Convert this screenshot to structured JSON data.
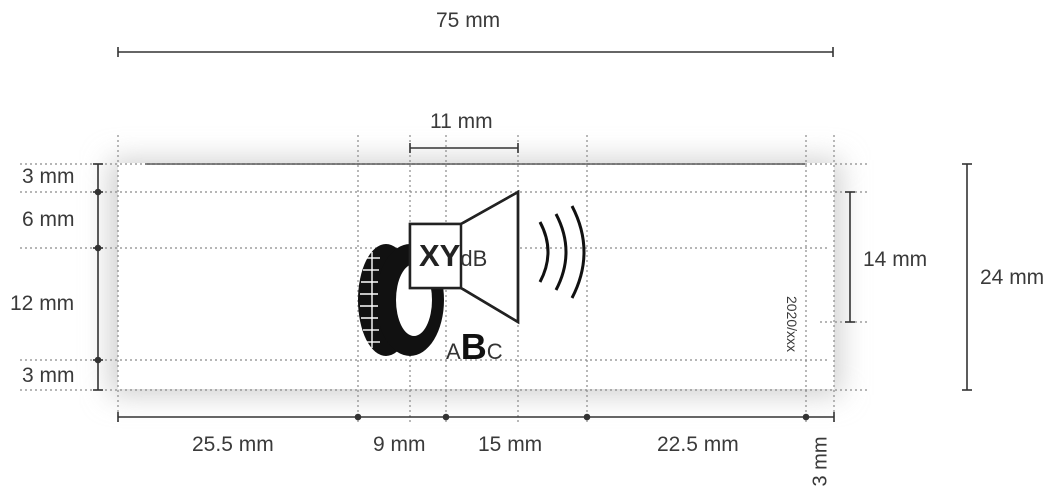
{
  "dimensions": {
    "total_width": "75 mm",
    "icon_width": "11 mm",
    "left_3": "3 mm",
    "left_6": "6 mm",
    "left_12": "12 mm",
    "left_3b": "3 mm",
    "right_14": "14 mm",
    "right_24": "24 mm",
    "bottom_25_5": "25.5 mm",
    "bottom_9": "9 mm",
    "bottom_15": "15 mm",
    "bottom_22_5": "22.5 mm",
    "bottom_3": "3 mm"
  },
  "label": {
    "noise_value": "XY",
    "noise_unit": "dB",
    "class_a": "A",
    "class_b": "B",
    "class_c": "C",
    "code": "2020/xxx"
  },
  "icons": [
    "tyre-icon",
    "speaker-icon",
    "sound-waves-icon"
  ],
  "colors": {
    "line": "#333333",
    "guide": "#9a9a9a",
    "shadow": "#d8d8d8"
  }
}
